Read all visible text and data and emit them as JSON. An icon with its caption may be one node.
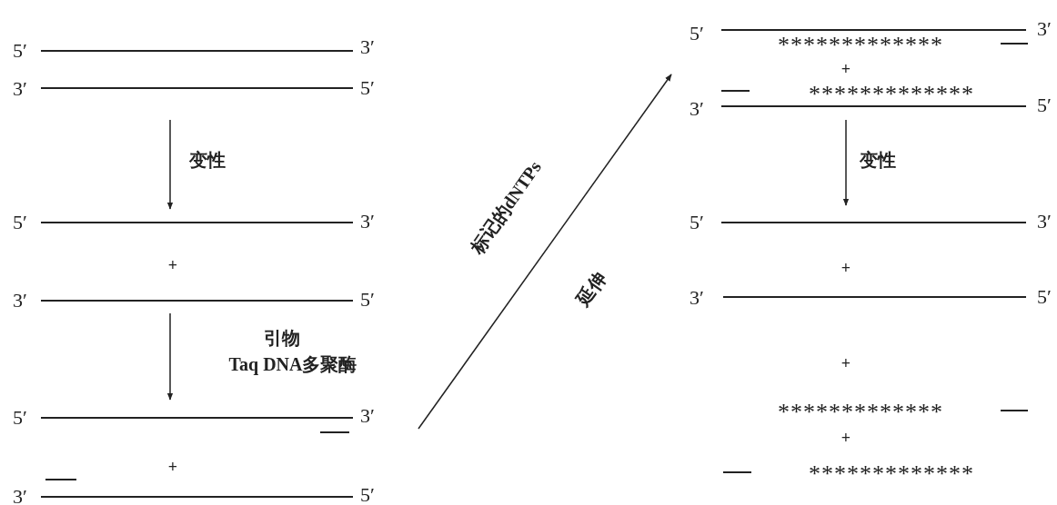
{
  "diagram": {
    "labels": [
      "5′",
      "3′",
      "3′",
      "5′",
      "变性",
      "5′",
      "3′",
      "+",
      "3′",
      "5′",
      "引物",
      "Taq DNA多聚酶",
      "5′",
      "3′",
      "+",
      "3′",
      "5′",
      "标记的dNTPs",
      "延伸",
      "5′",
      "3′",
      "*************",
      "+",
      "*************",
      "3′",
      "5′",
      "变性",
      "5′",
      "3′",
      "+",
      "3′",
      "5′",
      "+",
      "*************",
      "+",
      "*************"
    ]
  }
}
